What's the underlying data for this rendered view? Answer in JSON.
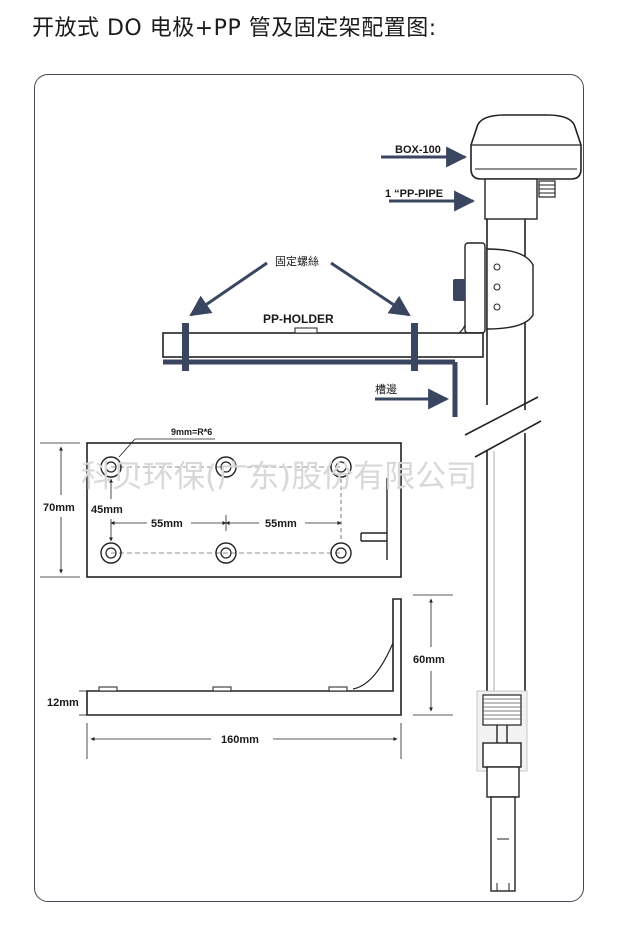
{
  "page": {
    "title": "开放式 DO 电极+PP 管及固定架配置图:"
  },
  "diagram": {
    "labels": {
      "box": "BOX-100",
      "pipe": "1 “PP-PIPE",
      "screws": "固定螺絲",
      "holder": "PP-HOLDER",
      "groove": "槽邊",
      "hole_spec": "9mm=R*6",
      "dim_70": "70mm",
      "dim_45": "45mm",
      "dim_55_left": "55mm",
      "dim_55_right": "55mm",
      "dim_60": "60mm",
      "dim_12": "12mm",
      "dim_160": "160mm"
    },
    "watermark": "科贝环保(广东)股份有限公司"
  },
  "colors": {
    "arrow": "#3a4660",
    "line": "#222222",
    "frame": "#444a55"
  }
}
